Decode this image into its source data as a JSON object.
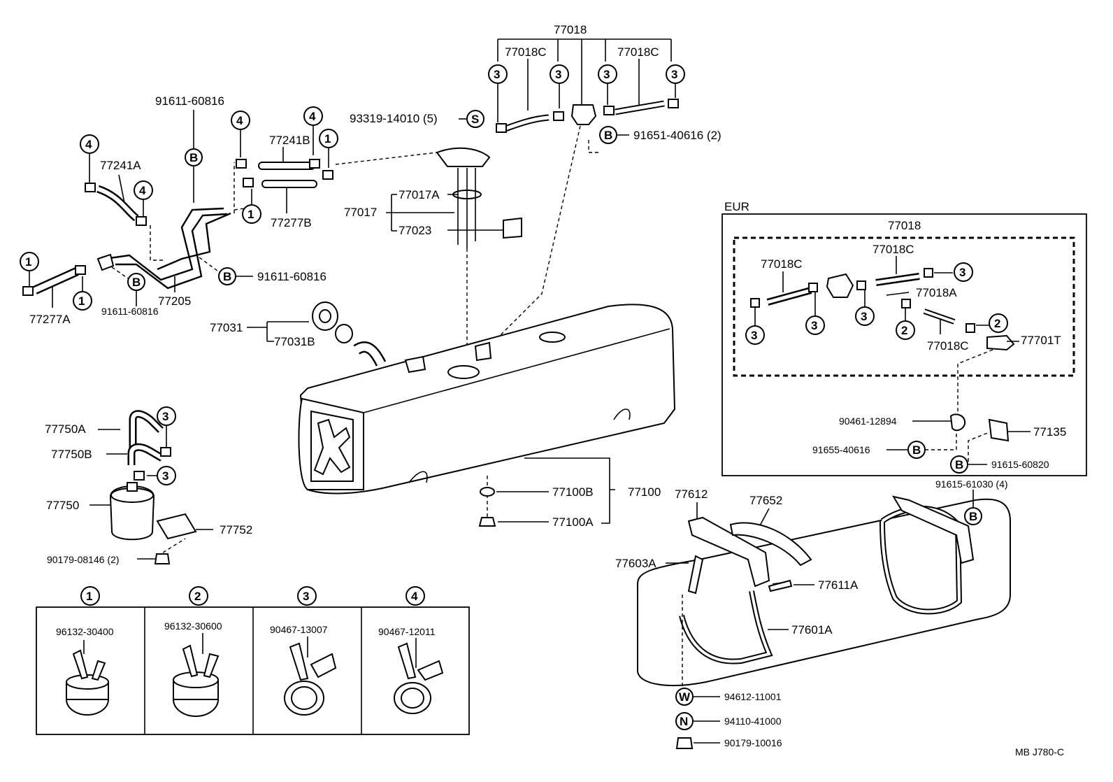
{
  "code": "MB  J780-C",
  "eur_label": "EUR",
  "markers": {
    "c1": "1",
    "c2": "2",
    "c3": "3",
    "c4": "4",
    "S": "S",
    "B": "B",
    "W": "W",
    "N": "N"
  },
  "parts": {
    "p77018": "77018",
    "p77018C": "77018C",
    "p93319": "93319-14010 (5)",
    "p91651": "91651-40616 (2)",
    "p91611": "91611-60816",
    "p77241A": "77241A",
    "p77241B": "77241B",
    "p77277B": "77277B",
    "p77017A": "77017A",
    "p77017": "77017",
    "p77023": "77023",
    "p77277A": "77277A",
    "p77205": "77205",
    "p77031": "77031",
    "p77031B": "77031B",
    "p77750A": "77750A",
    "p77750B": "77750B",
    "p77750": "77750",
    "p77752": "77752",
    "p90179_08146": "90179-08146 (2)",
    "p77100B": "77100B",
    "p77100": "77100",
    "p77100A": "77100A",
    "p77018A": "77018A",
    "p77701T": "77701T",
    "p90461": "90461-12894",
    "p91655": "91655-40616",
    "p77135": "77135",
    "p91615_60820": "91615-60820",
    "p91615_61030": "91615-61030 (4)",
    "p77612": "77612",
    "p77652": "77652",
    "p77603A": "77603A",
    "p77611A": "77611A",
    "p77601A": "77601A",
    "p94612": "94612-11001",
    "p94110": "94110-41000",
    "p90179_10016": "90179-10016"
  },
  "legend": [
    {
      "num": "1",
      "part": "96132-30400"
    },
    {
      "num": "2",
      "part": "96132-30600"
    },
    {
      "num": "3",
      "part": "90467-13007"
    },
    {
      "num": "4",
      "part": "90467-12011"
    }
  ]
}
